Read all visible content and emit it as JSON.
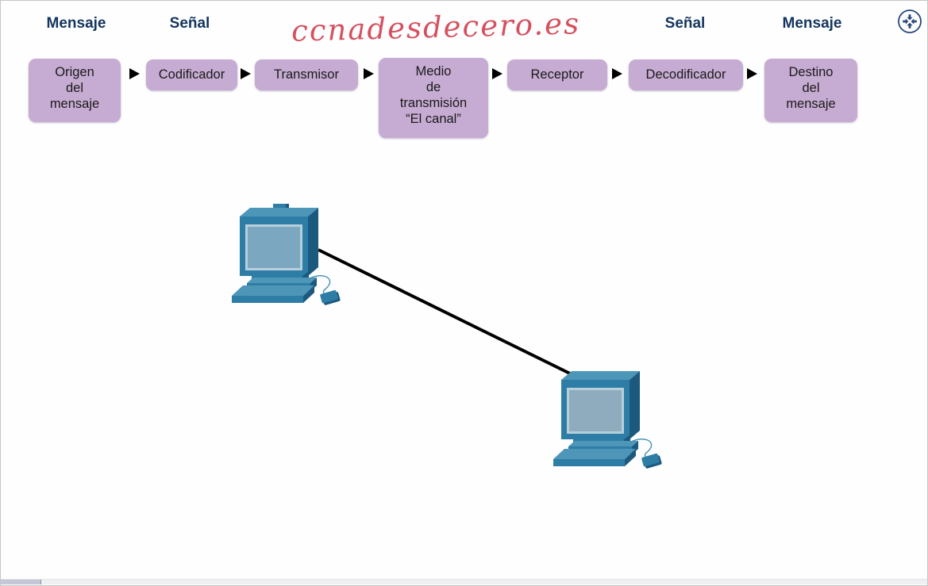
{
  "page": {
    "background_color": "#fefefe",
    "border_color": "#c6c6c6"
  },
  "watermark": {
    "text": "ccnadesdecero.es",
    "color": "#d5515f"
  },
  "header": {
    "label_color": "#14355d",
    "labels": [
      {
        "text": "Mensaje"
      },
      {
        "text": "Señal"
      },
      {
        "text": "Señal"
      },
      {
        "text": "Mensaje"
      }
    ]
  },
  "flow": {
    "box_fill_color": "#c6abd2",
    "text_color": "#1a1a1a",
    "arrow_color": "#000000",
    "arrow_icon": "right-triangle-arrow-icon",
    "boxes": [
      {
        "label": "Origen\ndel\nmensaje"
      },
      {
        "label": "Codificador"
      },
      {
        "label": "Transmisor"
      },
      {
        "label": "Medio\nde\ntransmisión\n“El canal”"
      },
      {
        "label": "Receptor"
      },
      {
        "label": "Decodificador"
      },
      {
        "label": "Destino\ndel\nmensaje"
      }
    ]
  },
  "diagram": {
    "devices": [
      {
        "icon": "desktop-pc-icon",
        "role": "source"
      },
      {
        "icon": "desktop-pc-icon",
        "role": "destination"
      }
    ],
    "link": {
      "style": "straight-cable",
      "color": "#000000"
    },
    "pc_colors": {
      "body": "#2e7da6",
      "side": "#1b5a7e",
      "top": "#4e96b8",
      "screen": "#7ba7c0",
      "screen_edge": "#b7cfdb"
    }
  },
  "controls": {
    "fullscreen_button": {
      "icon": "compress-arrows-icon",
      "color": "#27477c"
    }
  },
  "scrollbar": {
    "thumb_color": "#c5c6d8",
    "track_color": "#f0f0f3"
  }
}
